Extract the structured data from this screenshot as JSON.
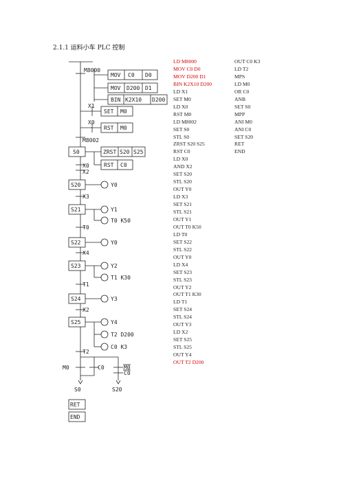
{
  "heading": "2.1.1 运料小车 PLC 控制",
  "ladder": {
    "m8000": "M8000",
    "mov1": [
      "MOV",
      "C0",
      "D0"
    ],
    "mov2": [
      "MOV",
      "D200",
      "D1"
    ],
    "bin": [
      "BIN",
      "K2X10",
      "D200"
    ],
    "x1": "X1",
    "set_m0": [
      "SET",
      "M0"
    ],
    "x0": "X0",
    "rst_m0": [
      "RST",
      "M0"
    ],
    "m8002": "M8002",
    "s0": "S0",
    "zrst": [
      "ZRST",
      "S20",
      "S25"
    ],
    "x0b": "X0",
    "rst_c0": [
      "RST",
      "C0"
    ],
    "x2": "X2",
    "s20": "S20",
    "y0": "Y0",
    "x3": "X3",
    "s21": "S21",
    "y1": "Y1",
    "t0k50": "T0  K50",
    "t0": "T0",
    "s22": "S22",
    "y0b": "Y0",
    "x4": "X4",
    "s23": "S23",
    "y2": "Y2",
    "t1k30": "T1  K30",
    "t1": "T1",
    "s24": "S24",
    "y3": "Y3",
    "x2b": "X2",
    "s25": "S25",
    "y4": "Y4",
    "t2d200": "T2  D200",
    "c0k3": "C0  K3",
    "t2": "T2",
    "m0": "M0",
    "c0": "C0",
    "m0bar": "M0",
    "c0bar": "C0",
    "s0jump": "S0",
    "s20jump": "S20",
    "ret": "RET",
    "end": "END"
  },
  "il_col1_red": [
    "LD    M8000",
    "MOV    C0    D0",
    "MOV    D200    D1",
    "BIN    K2X10    D200"
  ],
  "il_col1": [
    "LD    X1",
    "SET    M0",
    "LD    X0",
    "RST    M0",
    "LD    M8002",
    "SET    S0",
    "STL    S0",
    "ZRST    S20    S25",
    "RST    C0",
    "LD    X0",
    "AND    X2",
    "SET    S20",
    "STL    S20",
    "OUT    Y0",
    "LD    X3",
    "SET    S21",
    "STL    S21",
    "OUT    Y1",
    "OUT    T0    K50",
    "LD    T0",
    "SET    S22",
    "STL    S22",
    "OUT    Y0",
    "LD    X4",
    "SET    S23",
    "STL    S23",
    "OUT    Y2",
    "OUT    T1    K30",
    "LD    T1",
    "SET    S24",
    "STL    S24",
    "OUT    Y3",
    "LD    X2",
    "SET    S25",
    "STL    S25",
    "OUT    Y4"
  ],
  "il_col1_last_red": "OUT    T2    D200",
  "il_col2": [
    "OUT    C0    K3",
    "LD    T2",
    "MPS",
    "LD    M0",
    "OR    C0",
    "ANB",
    "SET    S0",
    "MPP",
    "ANI    M0",
    "ANI    C0",
    "SET    S20",
    "RET",
    "END"
  ]
}
